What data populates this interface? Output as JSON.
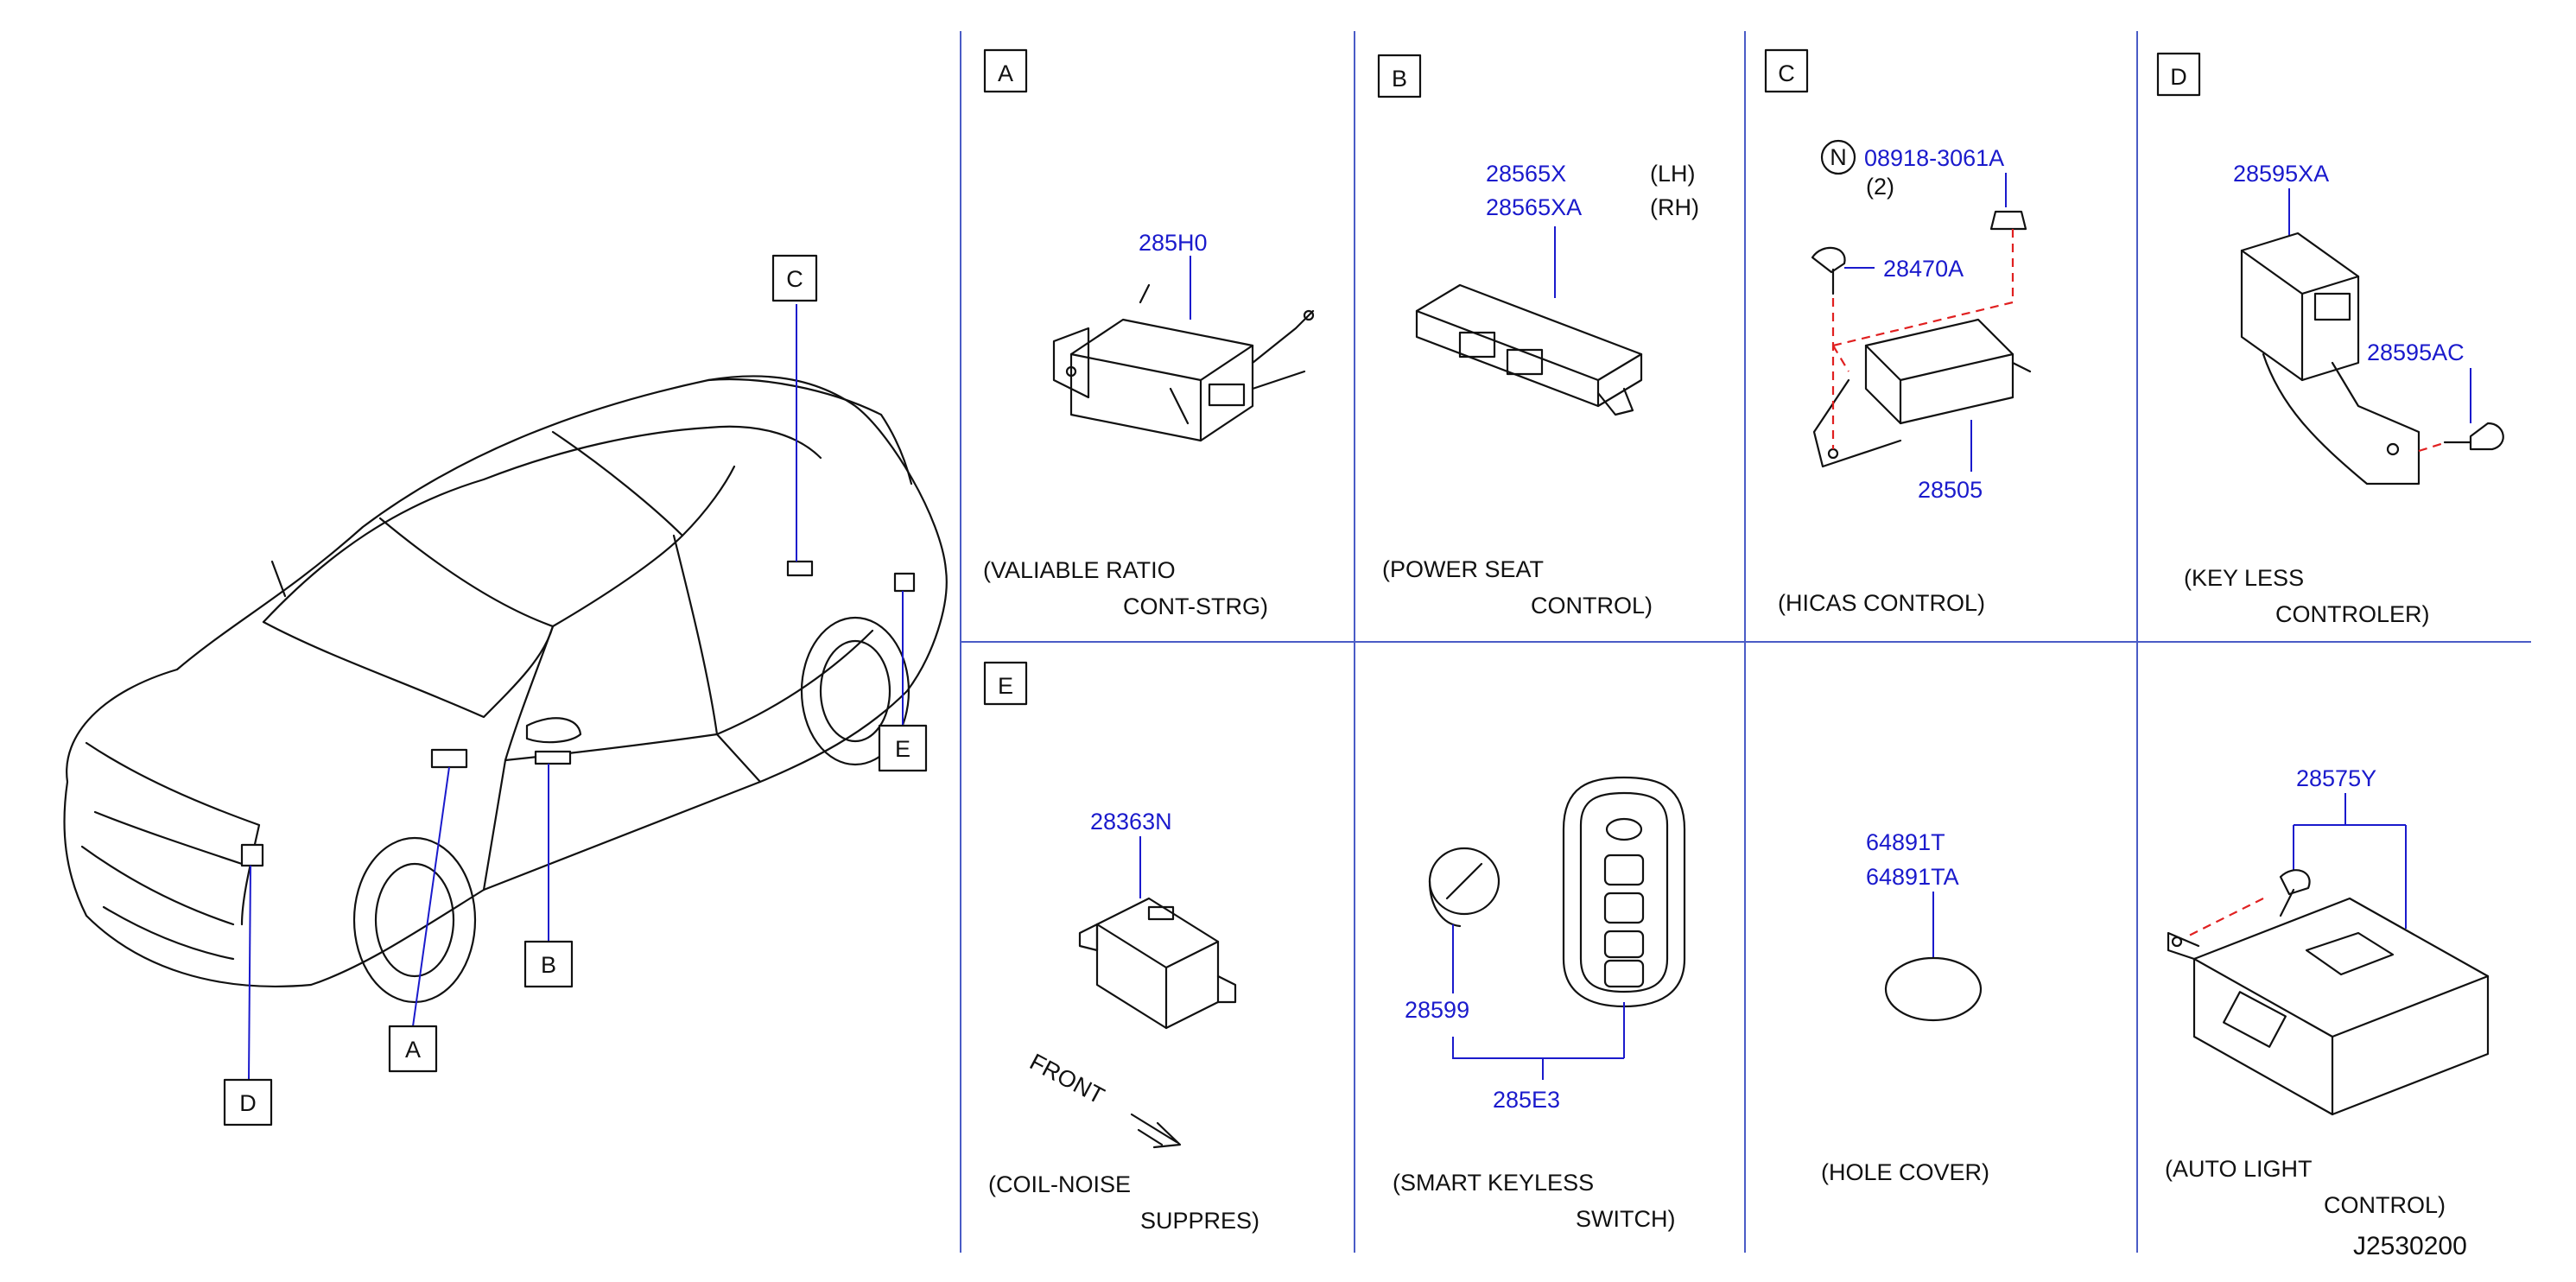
{
  "panels": {
    "A": {
      "letter": "A",
      "caption": [
        "(VALIABLE   RATIO",
        "CONT-STRG)"
      ],
      "parts": [
        "285H0"
      ]
    },
    "B": {
      "letter": "B",
      "caption": [
        "(POWER   SEAT",
        "CONTROL)"
      ],
      "parts": [
        "28565X",
        "28565XA"
      ],
      "sides": [
        "(LH)",
        "(RH)"
      ]
    },
    "C": {
      "letter": "C",
      "caption": [
        "(HICAS   CONTROL)"
      ],
      "parts": [
        "08918-3061A",
        "28470A",
        "28505"
      ],
      "note_symbol": "N",
      "qty": "(2)"
    },
    "D": {
      "letter": "D",
      "caption": [
        "(KEY   LESS",
        "CONTROLER)"
      ],
      "parts": [
        "28595XA",
        "28595AC"
      ]
    },
    "E": {
      "letter": "E",
      "caption": [
        "(COIL-NOISE",
        "SUPPRES)"
      ],
      "parts": [
        "28363N"
      ],
      "front": "FRONT"
    },
    "F": {
      "caption": [
        "(SMART   KEYLESS",
        "SWITCH)"
      ],
      "parts": [
        "28599",
        "285E3"
      ]
    },
    "G": {
      "caption": [
        "(HOLE   COVER)"
      ],
      "parts": [
        "64891T",
        "64891TA"
      ]
    },
    "H": {
      "caption": [
        "(AUTO   LIGHT",
        "CONTROL)"
      ],
      "parts": [
        "28575Y"
      ]
    }
  },
  "car_callouts": [
    "C",
    "E",
    "B",
    "A",
    "D"
  ],
  "diagram_code": "J2530200",
  "colors": {
    "part_number": "#1a1acc",
    "grid_line": "#4a5cc6",
    "dashed_guide": "#e02020",
    "ink": "#111111"
  },
  "icons": [
    "car-icon",
    "steering-controller-icon",
    "seat-controller-icon",
    "hicas-controller-icon",
    "keyless-controller-icon",
    "noise-suppressor-icon",
    "coin-battery-icon",
    "smart-key-icon",
    "hole-cover-icon",
    "light-controller-icon",
    "front-arrow-icon"
  ]
}
